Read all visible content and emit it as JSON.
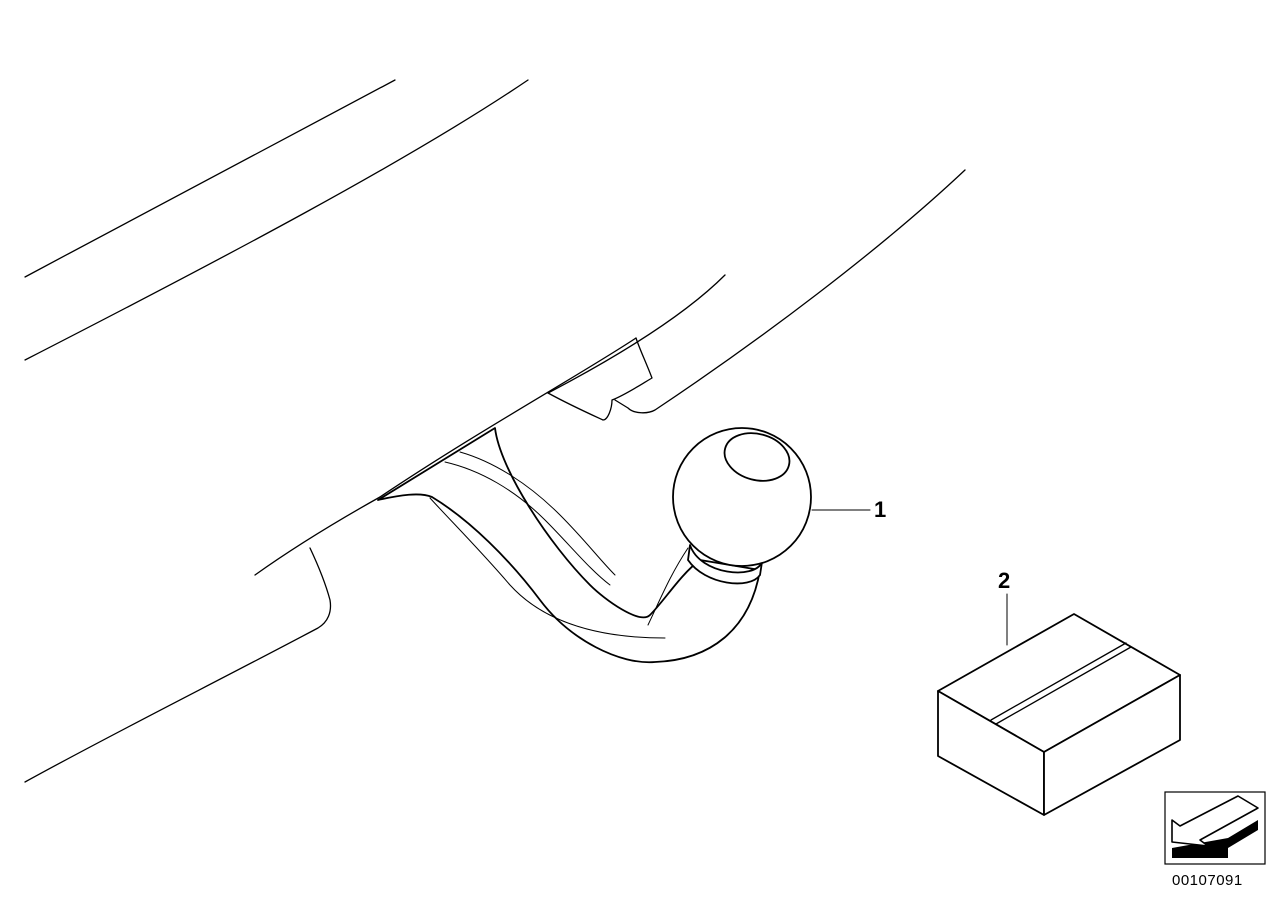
{
  "diagram": {
    "callouts": [
      {
        "number": "1",
        "part": "tow-ball-hitch"
      },
      {
        "number": "2",
        "part": "box"
      }
    ],
    "drawing_id": "00107091",
    "icons": {
      "orientation": "arrow-icon"
    }
  }
}
